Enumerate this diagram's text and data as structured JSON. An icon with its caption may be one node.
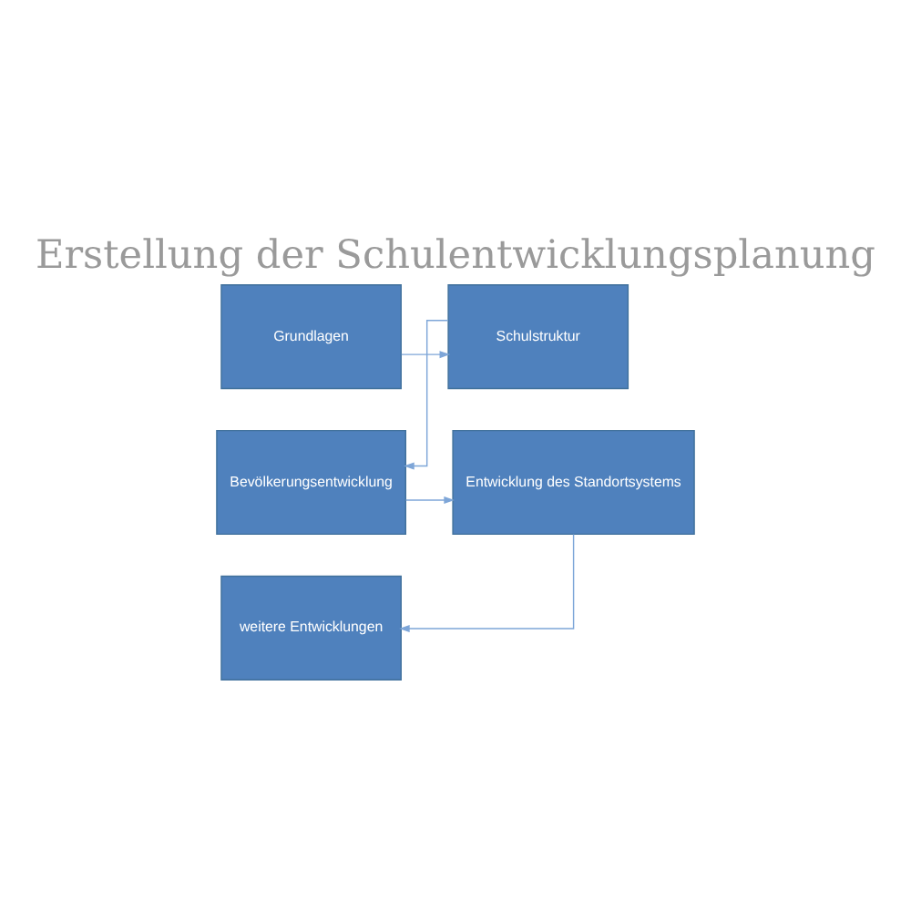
{
  "diagram": {
    "title": "Erstellung der Schulentwicklungsplanung",
    "nodes": [
      {
        "text": [
          "Grundlagen"
        ]
      },
      {
        "text": [
          "Schulstruktur"
        ]
      },
      {
        "text": [
          "Bevölkerungsentwicklung"
        ]
      },
      {
        "text": [
          "Entwicklung des Standortsystems"
        ]
      },
      {
        "text": [
          "weitere Entwicklungen"
        ]
      }
    ],
    "edges": [
      {
        "from": 0,
        "to": 1,
        "arrow": "to"
      },
      {
        "from": 1,
        "to": 2,
        "arrow": "to"
      },
      {
        "from": 2,
        "to": 3,
        "arrow": "to"
      },
      {
        "from": 3,
        "to": 4,
        "arrow": "to"
      }
    ]
  }
}
